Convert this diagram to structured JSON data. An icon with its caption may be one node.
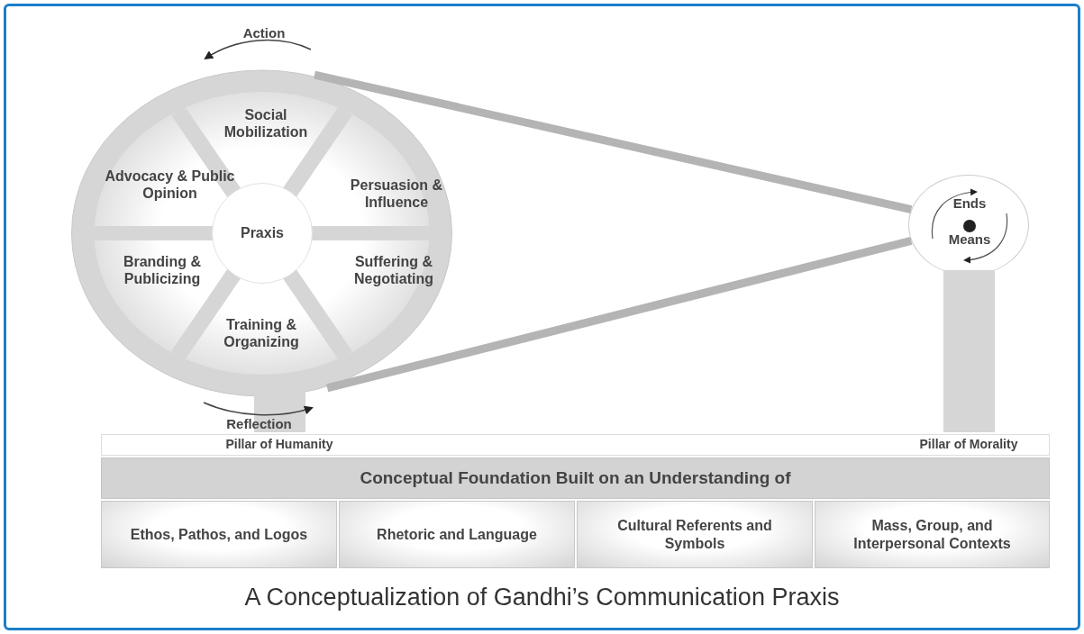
{
  "diagram": {
    "title": "A Conceptualization of Gandhi’s Communication Praxis",
    "nodes": [
      {
        "text": [],
        "shape": "circle"
      },
      {
        "text": [
          "Social Mobilization"
        ],
        "in": 0
      },
      {
        "text": [
          "Advocacy & Public Opinion"
        ],
        "in": 0
      },
      {
        "text": [
          "Persuasion & Influence"
        ],
        "in": 0
      },
      {
        "text": [
          "Praxis"
        ],
        "in": 0
      },
      {
        "text": [
          "Branding & Publicizing"
        ],
        "in": 0
      },
      {
        "text": [
          "Suffering & Negotiating"
        ],
        "in": 0
      },
      {
        "text": [
          "Training & Organizing"
        ],
        "in": 0
      },
      {
        "text": [
          "Ends",
          "Means"
        ]
      },
      {
        "text": [
          "Pillar of Humanity"
        ]
      },
      {
        "text": [
          "Pillar of Morality"
        ]
      },
      {
        "text": [
          "Conceptual Foundation Built on an Understanding of"
        ]
      },
      {
        "text": [
          "Ethos, Pathos, and Logos"
        ]
      },
      {
        "text": [
          "Rhetoric and Language"
        ]
      },
      {
        "text": [
          "Cultural Referents and Symbols"
        ]
      },
      {
        "text": [
          "Mass, Group, and Interpersonal Contexts"
        ]
      }
    ],
    "edges": [
      {
        "from": 0,
        "to": 8,
        "arrow": "none"
      },
      {
        "from": 0,
        "to": 8,
        "arrow": "none"
      }
    ],
    "labels": [
      "Action",
      "Reflection"
    ]
  }
}
